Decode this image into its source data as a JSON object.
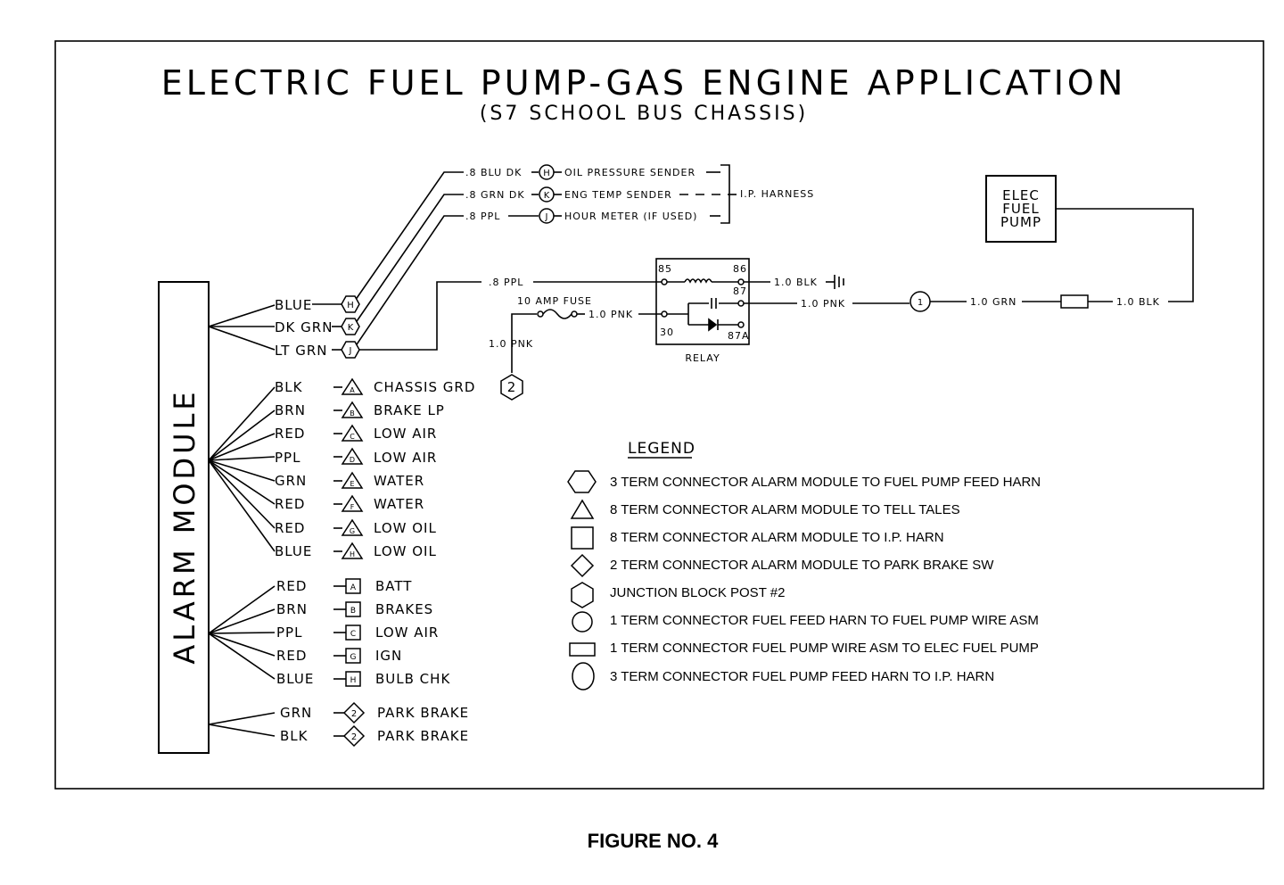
{
  "title": "ELECTRIC FUEL PUMP-GAS ENGINE APPLICATION",
  "subtitle": "(S7 SCHOOL BUS CHASSIS)",
  "figure_label": "FIGURE NO. 4",
  "alarm_module_label": "ALARM MODULE",
  "ip_group": [
    {
      "wire": ".8 BLU DK",
      "pin": "H",
      "dest": "OIL PRESSURE SENDER"
    },
    {
      "wire": ".8 GRN DK",
      "pin": "K",
      "dest": "ENG TEMP SENDER"
    },
    {
      "wire": ".8 PPL",
      "pin": "J",
      "dest": "HOUR METER (IF USED)"
    }
  ],
  "ip_harness_label": "I.P. HARNESS",
  "hex_group": [
    {
      "wire": "BLUE",
      "pin": "H"
    },
    {
      "wire": "DK GRN",
      "pin": "K"
    },
    {
      "wire": "LT GRN",
      "pin": "J"
    }
  ],
  "tri_group": [
    {
      "wire": "BLK",
      "pin": "A",
      "label": "CHASSIS GRD"
    },
    {
      "wire": "BRN",
      "pin": "B",
      "label": "BRAKE LP"
    },
    {
      "wire": "RED",
      "pin": "C",
      "label": "LOW AIR"
    },
    {
      "wire": "PPL",
      "pin": "D",
      "label": "LOW AIR"
    },
    {
      "wire": "GRN",
      "pin": "E",
      "label": "WATER"
    },
    {
      "wire": "RED",
      "pin": "F",
      "label": "WATER"
    },
    {
      "wire": "RED",
      "pin": "G",
      "label": "LOW OIL"
    },
    {
      "wire": "BLUE",
      "pin": "H",
      "label": "LOW OIL"
    }
  ],
  "sq_group": [
    {
      "wire": "RED",
      "pin": "A",
      "label": "BATT"
    },
    {
      "wire": "BRN",
      "pin": "B",
      "label": "BRAKES"
    },
    {
      "wire": "PPL",
      "pin": "C",
      "label": "LOW AIR"
    },
    {
      "wire": "RED",
      "pin": "G",
      "label": "IGN"
    },
    {
      "wire": "BLUE",
      "pin": "H",
      "label": "BULB CHK"
    }
  ],
  "diamond_group": [
    {
      "wire": "GRN",
      "pin": "2",
      "label": "PARK BRAKE"
    },
    {
      "wire": "BLK",
      "pin": "2",
      "label": "PARK BRAKE"
    }
  ],
  "relay": {
    "label": "RELAY",
    "pin85": "85",
    "pin86": "86",
    "pin87": "87",
    "pin30": "30",
    "pin87a": "87A"
  },
  "relay_wiring": {
    "ppl_wire": ".8 PPL",
    "fuse_label": "10 AMP FUSE",
    "fuse_out_wire": "1.0 PNK",
    "junction_wire": "1.0 PNK",
    "junction_pin": "2",
    "ground_wire": "1.0 BLK",
    "out_wire": "1.0 PNK",
    "conn_one": "1",
    "grn_wire": "1.0 GRN",
    "blk_wire": "1.0 BLK"
  },
  "fuel_pump_label": [
    "ELEC",
    "FUEL",
    "PUMP"
  ],
  "legend": {
    "heading": "LEGEND",
    "items": [
      {
        "shape": "hexagon-wide",
        "text": "3 TERM CONNECTOR ALARM MODULE TO FUEL PUMP FEED HARN"
      },
      {
        "shape": "triangle",
        "text": "8 TERM CONNECTOR ALARM MODULE TO TELL TALES"
      },
      {
        "shape": "square",
        "text": "8 TERM CONNECTOR ALARM MODULE TO I.P. HARN"
      },
      {
        "shape": "diamond",
        "text": "2 TERM CONNECTOR ALARM MODULE TO PARK BRAKE SW"
      },
      {
        "shape": "hexagon",
        "text": "JUNCTION BLOCK POST #2"
      },
      {
        "shape": "circle",
        "text": "1 TERM CONNECTOR FUEL FEED HARN TO FUEL PUMP WIRE ASM"
      },
      {
        "shape": "rectangle",
        "text": "1 TERM CONNECTOR FUEL PUMP WIRE ASM TO ELEC FUEL PUMP"
      },
      {
        "shape": "oval",
        "text": "3 TERM CONNECTOR FUEL PUMP FEED HARN TO I.P. HARN"
      }
    ]
  }
}
